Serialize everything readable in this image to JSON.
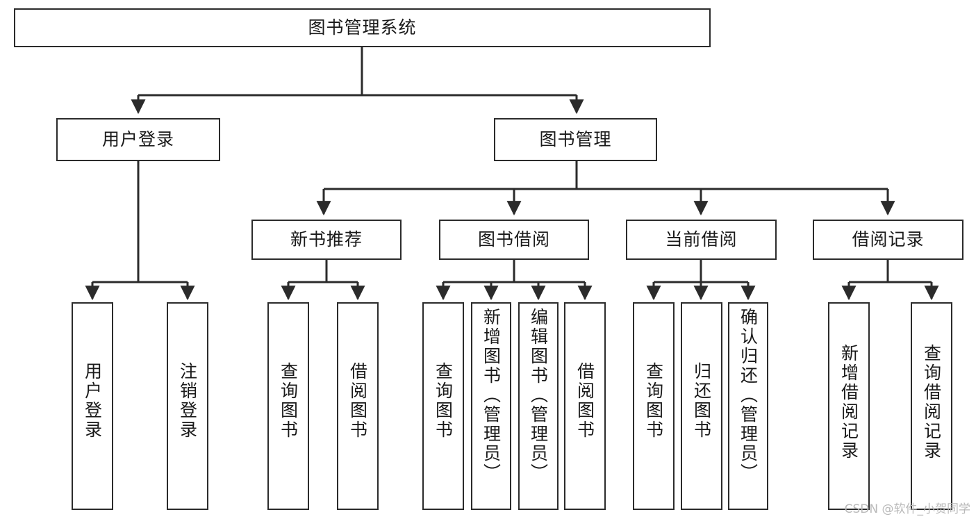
{
  "diagram": {
    "title": "图书管理系统",
    "type": "tree",
    "watermark": "CSDN @软件_小贺同学",
    "line_color": "#2b2b2b",
    "box_border_color": "#2b2b2b",
    "box_fill_color": "#ffffff",
    "text_color": "#1a1a1a",
    "root": {
      "label": "图书管理系统"
    },
    "level2": [
      {
        "label": "用户登录"
      },
      {
        "label": "图书管理"
      }
    ],
    "level3": [
      {
        "label": "新书推荐"
      },
      {
        "label": "图书借阅"
      },
      {
        "label": "当前借阅"
      },
      {
        "label": "借阅记录"
      }
    ],
    "leaves": {
      "user_login": [
        {
          "label": "用户登录"
        },
        {
          "label": "注销登录"
        }
      ],
      "new_book_recommend": [
        {
          "label": "查询图书"
        },
        {
          "label": "借阅图书"
        }
      ],
      "book_borrow": [
        {
          "label": "查询图书"
        },
        {
          "label": "新增图书（管理员）"
        },
        {
          "label": "编辑图书（管理员）"
        },
        {
          "label": "借阅图书"
        }
      ],
      "current_borrow": [
        {
          "label": "查询图书"
        },
        {
          "label": "归还图书"
        },
        {
          "label": "确认归还（管理员）"
        }
      ],
      "borrow_record": [
        {
          "label": "新增借阅记录"
        },
        {
          "label": "查询借阅记录"
        }
      ]
    }
  }
}
